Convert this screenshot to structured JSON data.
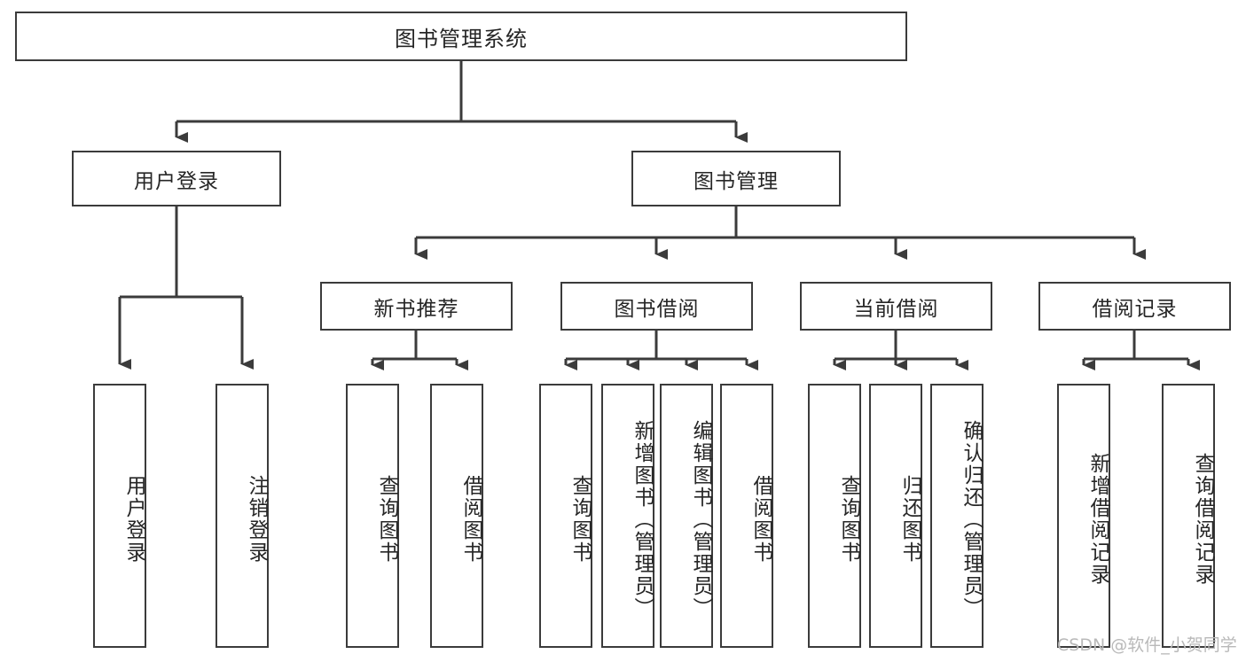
{
  "diagram": {
    "title": "图书管理系统",
    "type": "hierarchy-tree",
    "watermark": "CSDN @软件_小贺同学",
    "colors": {
      "stroke": "#3b3b3b",
      "fill": "#ffffff",
      "text": "#262626",
      "watermark": "#b9b9b9"
    },
    "root": {
      "label": "图书管理系统"
    },
    "level2": [
      {
        "label": "用户登录"
      },
      {
        "label": "图书管理"
      }
    ],
    "level3": [
      {
        "label": "新书推荐"
      },
      {
        "label": "图书借阅"
      },
      {
        "label": "当前借阅"
      },
      {
        "label": "借阅记录"
      }
    ],
    "leaves": [
      {
        "label": "用户登录"
      },
      {
        "label": "注销登录"
      },
      {
        "label": "查询图书"
      },
      {
        "label": "借阅图书"
      },
      {
        "label": "查询图书"
      },
      {
        "label": "新增图书（管理员）"
      },
      {
        "label": "编辑图书（管理员）"
      },
      {
        "label": "借阅图书"
      },
      {
        "label": "查询图书"
      },
      {
        "label": "归还图书"
      },
      {
        "label": "确认归还（管理员）"
      },
      {
        "label": "新增借阅记录"
      },
      {
        "label": "查询借阅记录"
      }
    ]
  }
}
